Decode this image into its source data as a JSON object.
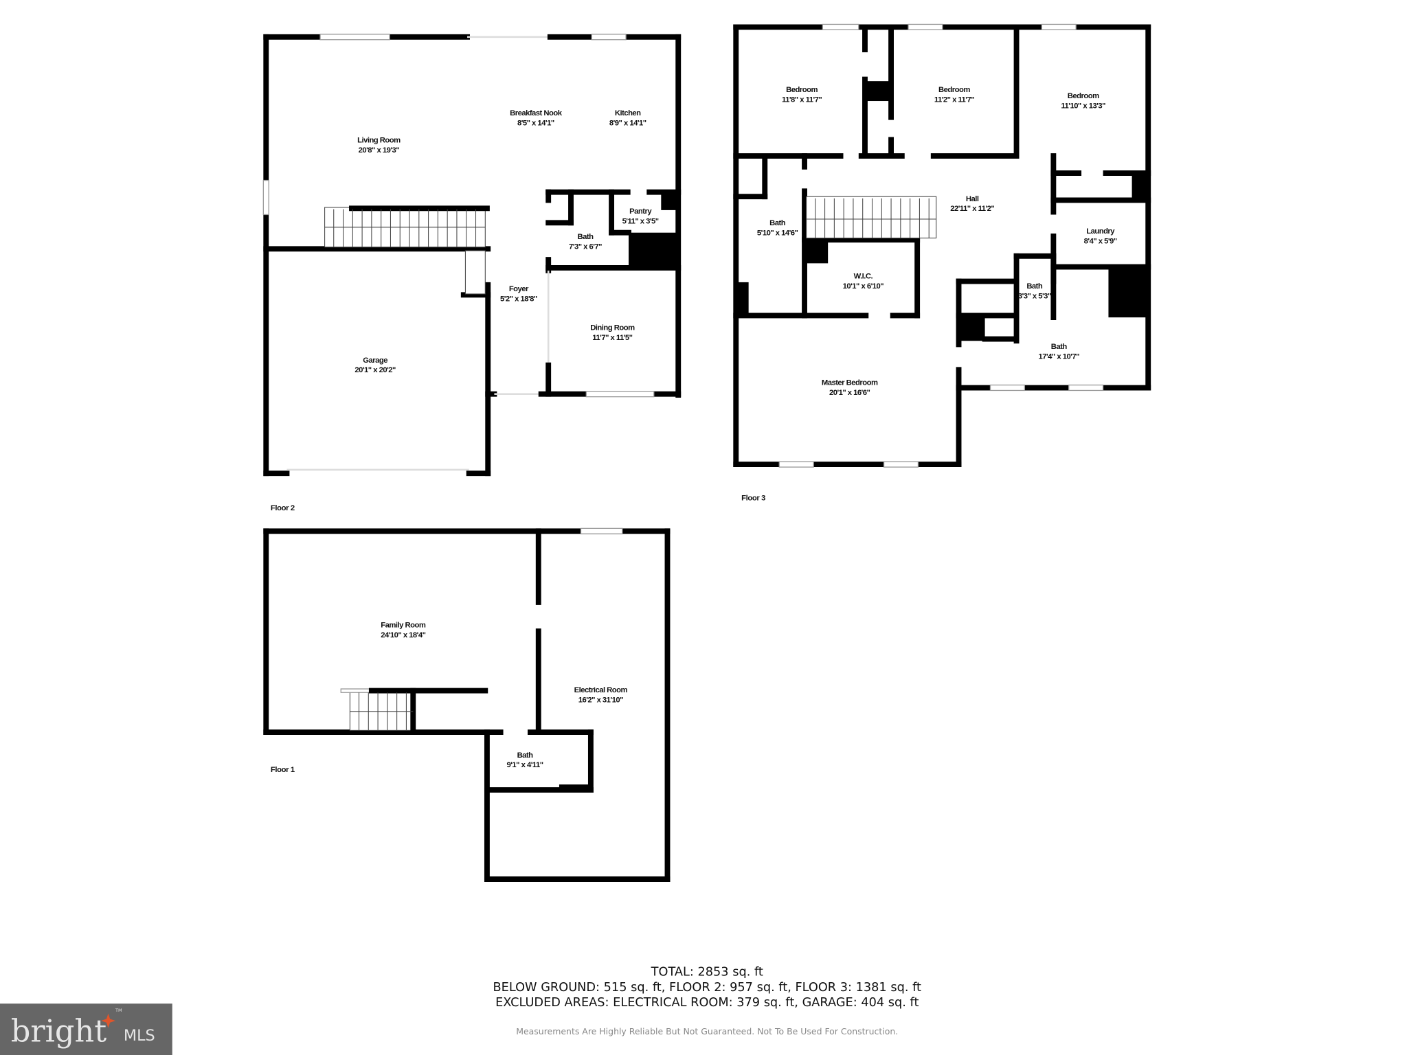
{
  "floors": {
    "floor2": {
      "label": "Floor 2",
      "rooms": [
        {
          "name": "Living Room",
          "dims": "20'8\" x 19'3\""
        },
        {
          "name": "Breakfast Nook",
          "dims": "8'5\" x 14'1\""
        },
        {
          "name": "Kitchen",
          "dims": "8'9\" x 14'1\""
        },
        {
          "name": "Pantry",
          "dims": "5'11\" x 3'5\""
        },
        {
          "name": "Bath",
          "dims": "7'3\" x 6'7\""
        },
        {
          "name": "Foyer",
          "dims": "5'2\" x 18'8\""
        },
        {
          "name": "Dining Room",
          "dims": "11'7\" x 11'5\""
        },
        {
          "name": "Garage",
          "dims": "20'1\" x 20'2\""
        }
      ]
    },
    "floor3": {
      "label": "Floor 3",
      "rooms": [
        {
          "name": "Bedroom",
          "dims": "11'8\" x 11'7\""
        },
        {
          "name": "Bedroom",
          "dims": "11'2\" x 11'7\""
        },
        {
          "name": "Bedroom",
          "dims": "11'10\" x 13'3\""
        },
        {
          "name": "Hall",
          "dims": "22'11\" x 11'2\""
        },
        {
          "name": "Bath",
          "dims": "5'10\" x 14'6\""
        },
        {
          "name": "Laundry",
          "dims": "8'4\" x 5'9\""
        },
        {
          "name": "W.I.C.",
          "dims": "10'1\" x 6'10\""
        },
        {
          "name": "Bath",
          "dims": "3'3\" x 5'3\""
        },
        {
          "name": "Bath",
          "dims": "17'4\" x 10'7\""
        },
        {
          "name": "Master Bedroom",
          "dims": "20'1\" x 16'6\""
        }
      ]
    },
    "floor1": {
      "label": "Floor 1",
      "rooms": [
        {
          "name": "Family Room",
          "dims": "24'10\" x 18'4\""
        },
        {
          "name": "Electrical Room",
          "dims": "16'2\" x 31'10\""
        },
        {
          "name": "Bath",
          "dims": "9'1\" x 4'11\""
        }
      ]
    }
  },
  "summary": {
    "total": "TOTAL: 2853 sq. ft",
    "breakdown": "BELOW GROUND: 515 sq. ft, FLOOR 2: 957 sq. ft, FLOOR 3: 1381 sq. ft",
    "excluded": "EXCLUDED AREAS: ELECTRICAL ROOM: 379 sq. ft, GARAGE: 404 sq. ft",
    "disclaimer": "Measurements Are Highly Reliable But Not Guaranteed. Not To Be Used For Construction."
  },
  "logo": {
    "brand": "bright",
    "suffix": "MLS",
    "trademark": "TM",
    "background": "#666666",
    "accent": "#e0552b"
  }
}
